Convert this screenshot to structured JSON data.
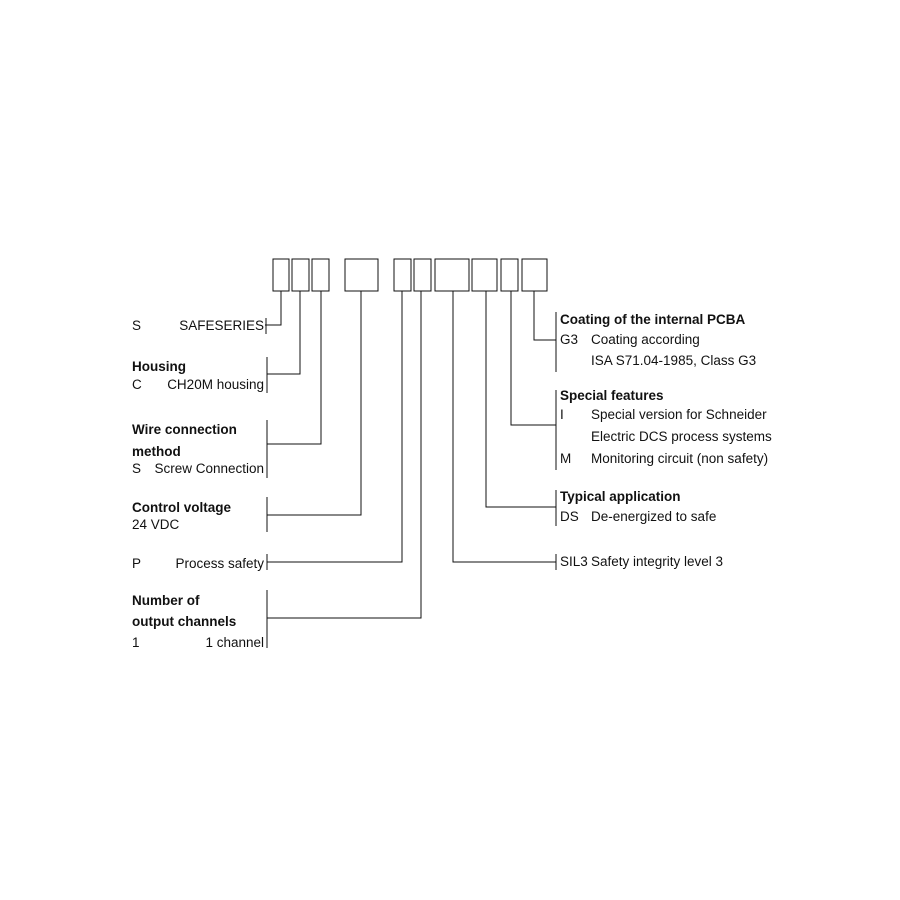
{
  "left": {
    "safeseries": {
      "code": "S",
      "value": "SAFESERIES"
    },
    "housing": {
      "title": "Housing",
      "code": "C",
      "value": "CH20M housing"
    },
    "wire": {
      "title_line1": "Wire connection",
      "title_line2": "method",
      "code": "S",
      "value": "Screw Connection"
    },
    "control": {
      "title": "Control voltage",
      "value": "24 VDC"
    },
    "process": {
      "code": "P",
      "value": "Process safety"
    },
    "channels": {
      "title_line1": "Number of",
      "title_line2": "output channels",
      "code": "1",
      "value": "1 channel"
    }
  },
  "right": {
    "coating": {
      "title": "Coating of the internal PCBA",
      "code": "G3",
      "line1": "Coating according",
      "line2": "ISA S71.04-1985, Class G3"
    },
    "special": {
      "title": "Special features",
      "code1": "I",
      "line1": "Special version for Schneider",
      "line2": "Electric DCS process systems",
      "code2": "M",
      "line3": "Monitoring circuit (non safety)"
    },
    "typical": {
      "title": "Typical application",
      "code": "DS",
      "value": "De-energized to safe"
    },
    "sil": {
      "code": "SIL3",
      "value": "Safety integrity level 3"
    }
  }
}
